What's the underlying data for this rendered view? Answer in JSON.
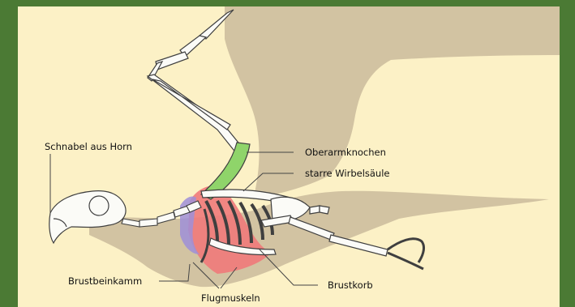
{
  "labels": {
    "beak": "Schnabel aus Horn",
    "humerus": "Oberarmknochen",
    "spine": "starre Wirbelsäule",
    "keel": "Brustbeinkamm",
    "ribcage": "Brustkorb",
    "flight_muscles": "Flugmuskeln"
  },
  "colors": {
    "frame": "#4b7a34",
    "background": "#fcf1c6",
    "silhouette": "#d2c3a2",
    "bone": "#fbfbf7",
    "bone_outline": "#3f3f3f",
    "humerus": "#8fd46a",
    "muscle": "#ef7a7a",
    "keel": "#9f8fd8"
  }
}
